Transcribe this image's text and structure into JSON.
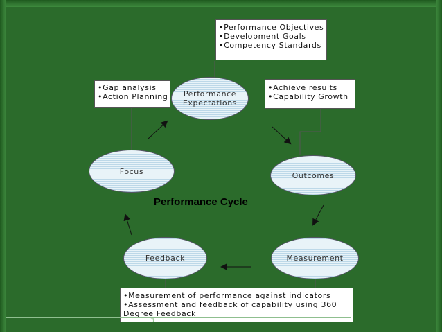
{
  "title": "Performance Cycle",
  "stages": {
    "performance_expectations": "Performance Expectations",
    "outcomes": "Outcomes",
    "measurement": "Measurement",
    "feedback": "Feedback",
    "focus": "Focus"
  },
  "boxes": {
    "top": [
      "•Performance Objectives",
      "•Development Goals",
      "•Competency Standards"
    ],
    "top_left": [
      "•Gap analysis",
      "•Action Planning"
    ],
    "right": [
      "•Achieve results",
      "•Capability Growth"
    ],
    "bottom": [
      "•Measurement of performance against indicators",
      "•Assessment and feedback of capability using 360",
      "Degree Feedback"
    ]
  },
  "page_number": "3",
  "colors": {
    "frame": "#2b6b2b",
    "oval_fill": "#e8f3f8",
    "oval_stripe": "#bcd8e8"
  }
}
